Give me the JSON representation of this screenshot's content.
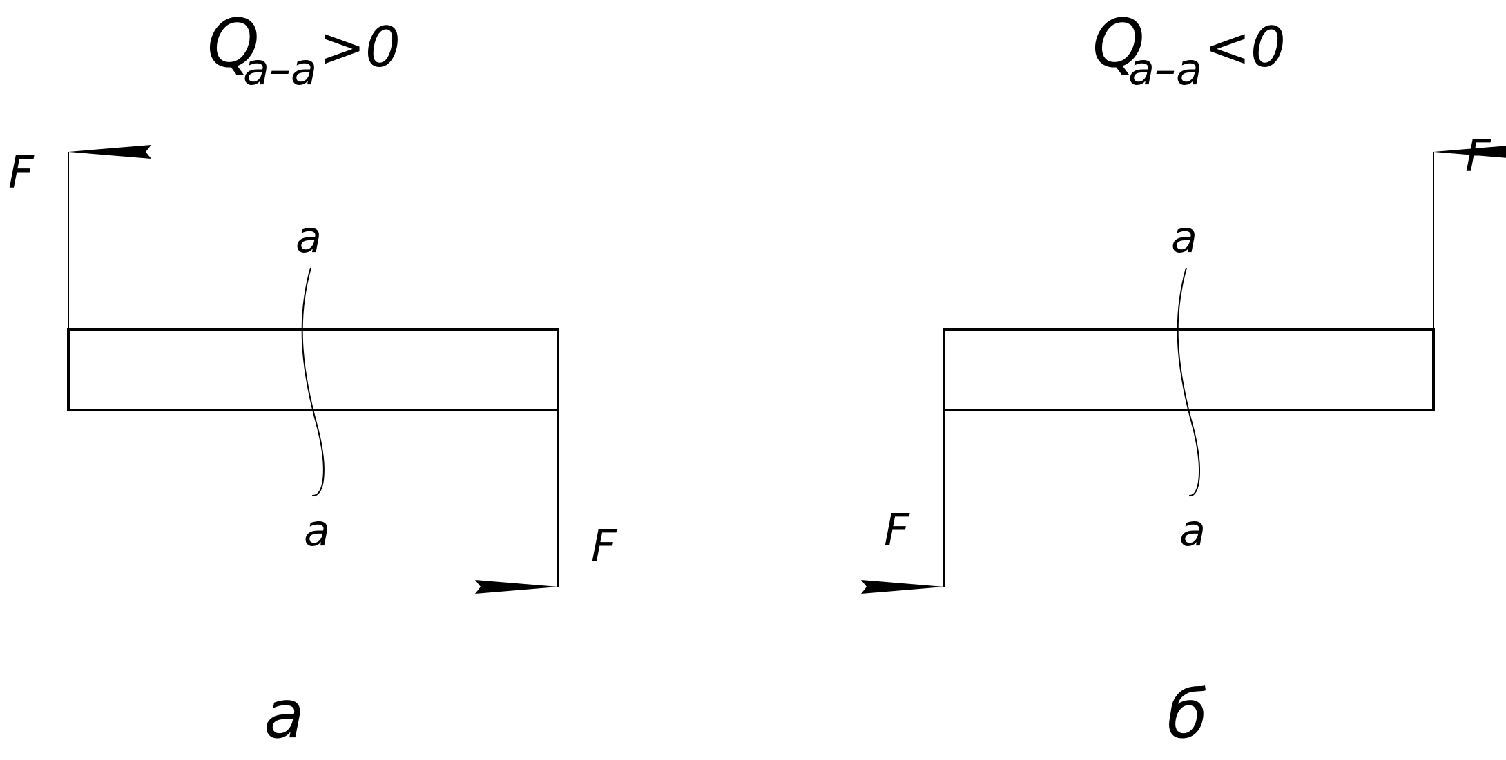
{
  "panels": [
    {
      "title": {
        "symbol": "Q",
        "subscript": "a–a",
        "relation": ">0"
      },
      "section_top": "a",
      "section_bottom": "a",
      "force_left": "F",
      "force_right": "F",
      "caption": "а"
    },
    {
      "title": {
        "symbol": "Q",
        "subscript": "a–a",
        "relation": "<0"
      },
      "section_top": "a",
      "section_bottom": "a",
      "force_left": "F",
      "force_right": "F",
      "caption": "б"
    }
  ],
  "colors": {
    "stroke": "#000000",
    "background": "#ffffff"
  }
}
